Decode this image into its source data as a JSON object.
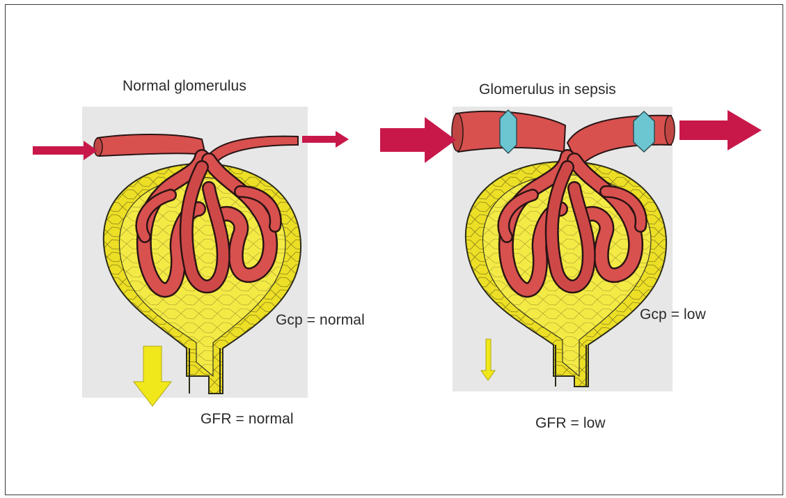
{
  "panels": {
    "normal": {
      "title": "Normal glomerulus",
      "gcp_label": "Gcp = normal",
      "gfr_label": "GFR = normal"
    },
    "sepsis": {
      "title": "Glomerulus in sepsis",
      "gcp_label": "Gcp = low",
      "gfr_label": "GFR = low"
    }
  },
  "colors": {
    "arrow_red": "#c8184a",
    "arrow_yellow": "#f1e81c",
    "vessel": "#d8514f",
    "vessel_dark": "#a83234",
    "capsule": "#ecdf26",
    "vasoconstriction_marker": "#6cc6d2",
    "panel_bg": "#e7e7e7"
  },
  "icons": [
    "red-flow-arrow-icon",
    "yellow-filtration-arrow-icon",
    "vasoconstriction-marker-icon"
  ]
}
